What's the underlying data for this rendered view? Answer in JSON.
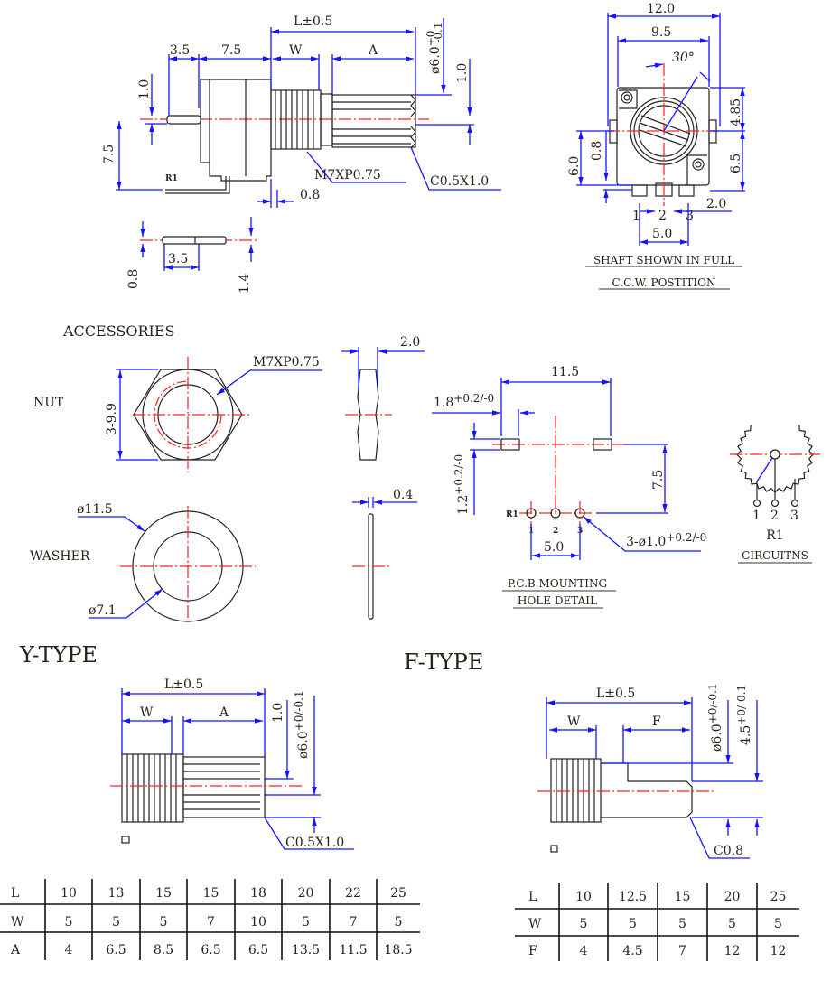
{
  "side_view": {
    "L": "L±0.5",
    "d1": "3.5",
    "d2": "7.5",
    "W": "W",
    "A": "A",
    "dia": "ø6.0",
    "dia_tol_plus": "+0",
    "dia_tol_minus": "-0.1",
    "d_1_0_right": "1.0",
    "d_1_0_left": "1.0",
    "d_7_5": "7.5",
    "thread": "M7XP0.75",
    "chamfer": "C0.5X1.0",
    "d_0_8": "0.8",
    "r1": "R1"
  },
  "pin_view": {
    "d_3_5": "3.5",
    "d_0_8": "0.8",
    "d_1_4": "1.4"
  },
  "front_view": {
    "d_12": "12.0",
    "d_9_5": "9.5",
    "angle": "30°",
    "d_4_85": "4.85",
    "d_6_5": "6.5",
    "d_6_0": "6.0",
    "d_0_8": "0.8",
    "d_2_0": "2.0",
    "d_5_0": "5.0",
    "pins": [
      "1",
      "2",
      "3"
    ],
    "caption1": "SHAFT SHOWN IN FULL",
    "caption2": "C.C.W. POSTITION"
  },
  "accessories": {
    "heading": "ACCESSORIES",
    "nut_label": "NUT",
    "nut_size": "3-9.9",
    "nut_thread": "M7XP0.75",
    "nut_thickness": "2.0",
    "washer_label": "WASHER",
    "washer_od": "ø11.5",
    "washer_id": "ø7.1",
    "washer_thickness": "0.4"
  },
  "pcb": {
    "d_11_5": "11.5",
    "slot_w": "1.8",
    "slot_w_tol": "+0.2/-0",
    "slot_h": "1.2",
    "slot_h_tol": "+0.2/-0",
    "d_7_5": "7.5",
    "d_5_0": "5.0",
    "holes": "3-ø1.0",
    "holes_tol": "+0.2/-0",
    "r1": "R1",
    "pins": [
      "1",
      "2",
      "3"
    ],
    "caption1": "P.C.B MOUNTING",
    "caption2": "HOLE DETAIL"
  },
  "circuit": {
    "pins": [
      "1",
      "2",
      "3"
    ],
    "r1": "R1",
    "caption": "CIRCUITNS"
  },
  "y_type": {
    "heading": "Y-TYPE",
    "L": "L±0.5",
    "W": "W",
    "A": "A",
    "d_1_0": "1.0",
    "dia": "ø6.0",
    "dia_tol": "+0/-0.1",
    "chamfer": "C0.5X1.0",
    "table": {
      "rows": [
        {
          "label": "L",
          "values": [
            "10",
            "13",
            "15",
            "15",
            "18",
            "20",
            "22",
            "25"
          ]
        },
        {
          "label": "W",
          "values": [
            "5",
            "5",
            "5",
            "7",
            "10",
            "5",
            "7",
            "5"
          ]
        },
        {
          "label": "A",
          "values": [
            "4",
            "6.5",
            "8.5",
            "6.5",
            "6.5",
            "13.5",
            "11.5",
            "18.5"
          ]
        }
      ]
    }
  },
  "f_type": {
    "heading": "F-TYPE",
    "L": "L±0.5",
    "W": "W",
    "F": "F",
    "dia": "ø6.0",
    "dia_tol": "+0/-0.1",
    "d_4_5": "4.5",
    "d_4_5_tol": "+0/-0.1",
    "chamfer": "C0.8",
    "table": {
      "rows": [
        {
          "label": "L",
          "values": [
            "10",
            "12.5",
            "15",
            "20",
            "25"
          ]
        },
        {
          "label": "W",
          "values": [
            "5",
            "5",
            "5",
            "5",
            "5"
          ]
        },
        {
          "label": "F",
          "values": [
            "4",
            "4.5",
            "7",
            "12",
            "12"
          ]
        }
      ]
    }
  },
  "colors": {
    "dimension": "#1414ff",
    "centerline": "#ff2020",
    "outline": "#222222"
  }
}
